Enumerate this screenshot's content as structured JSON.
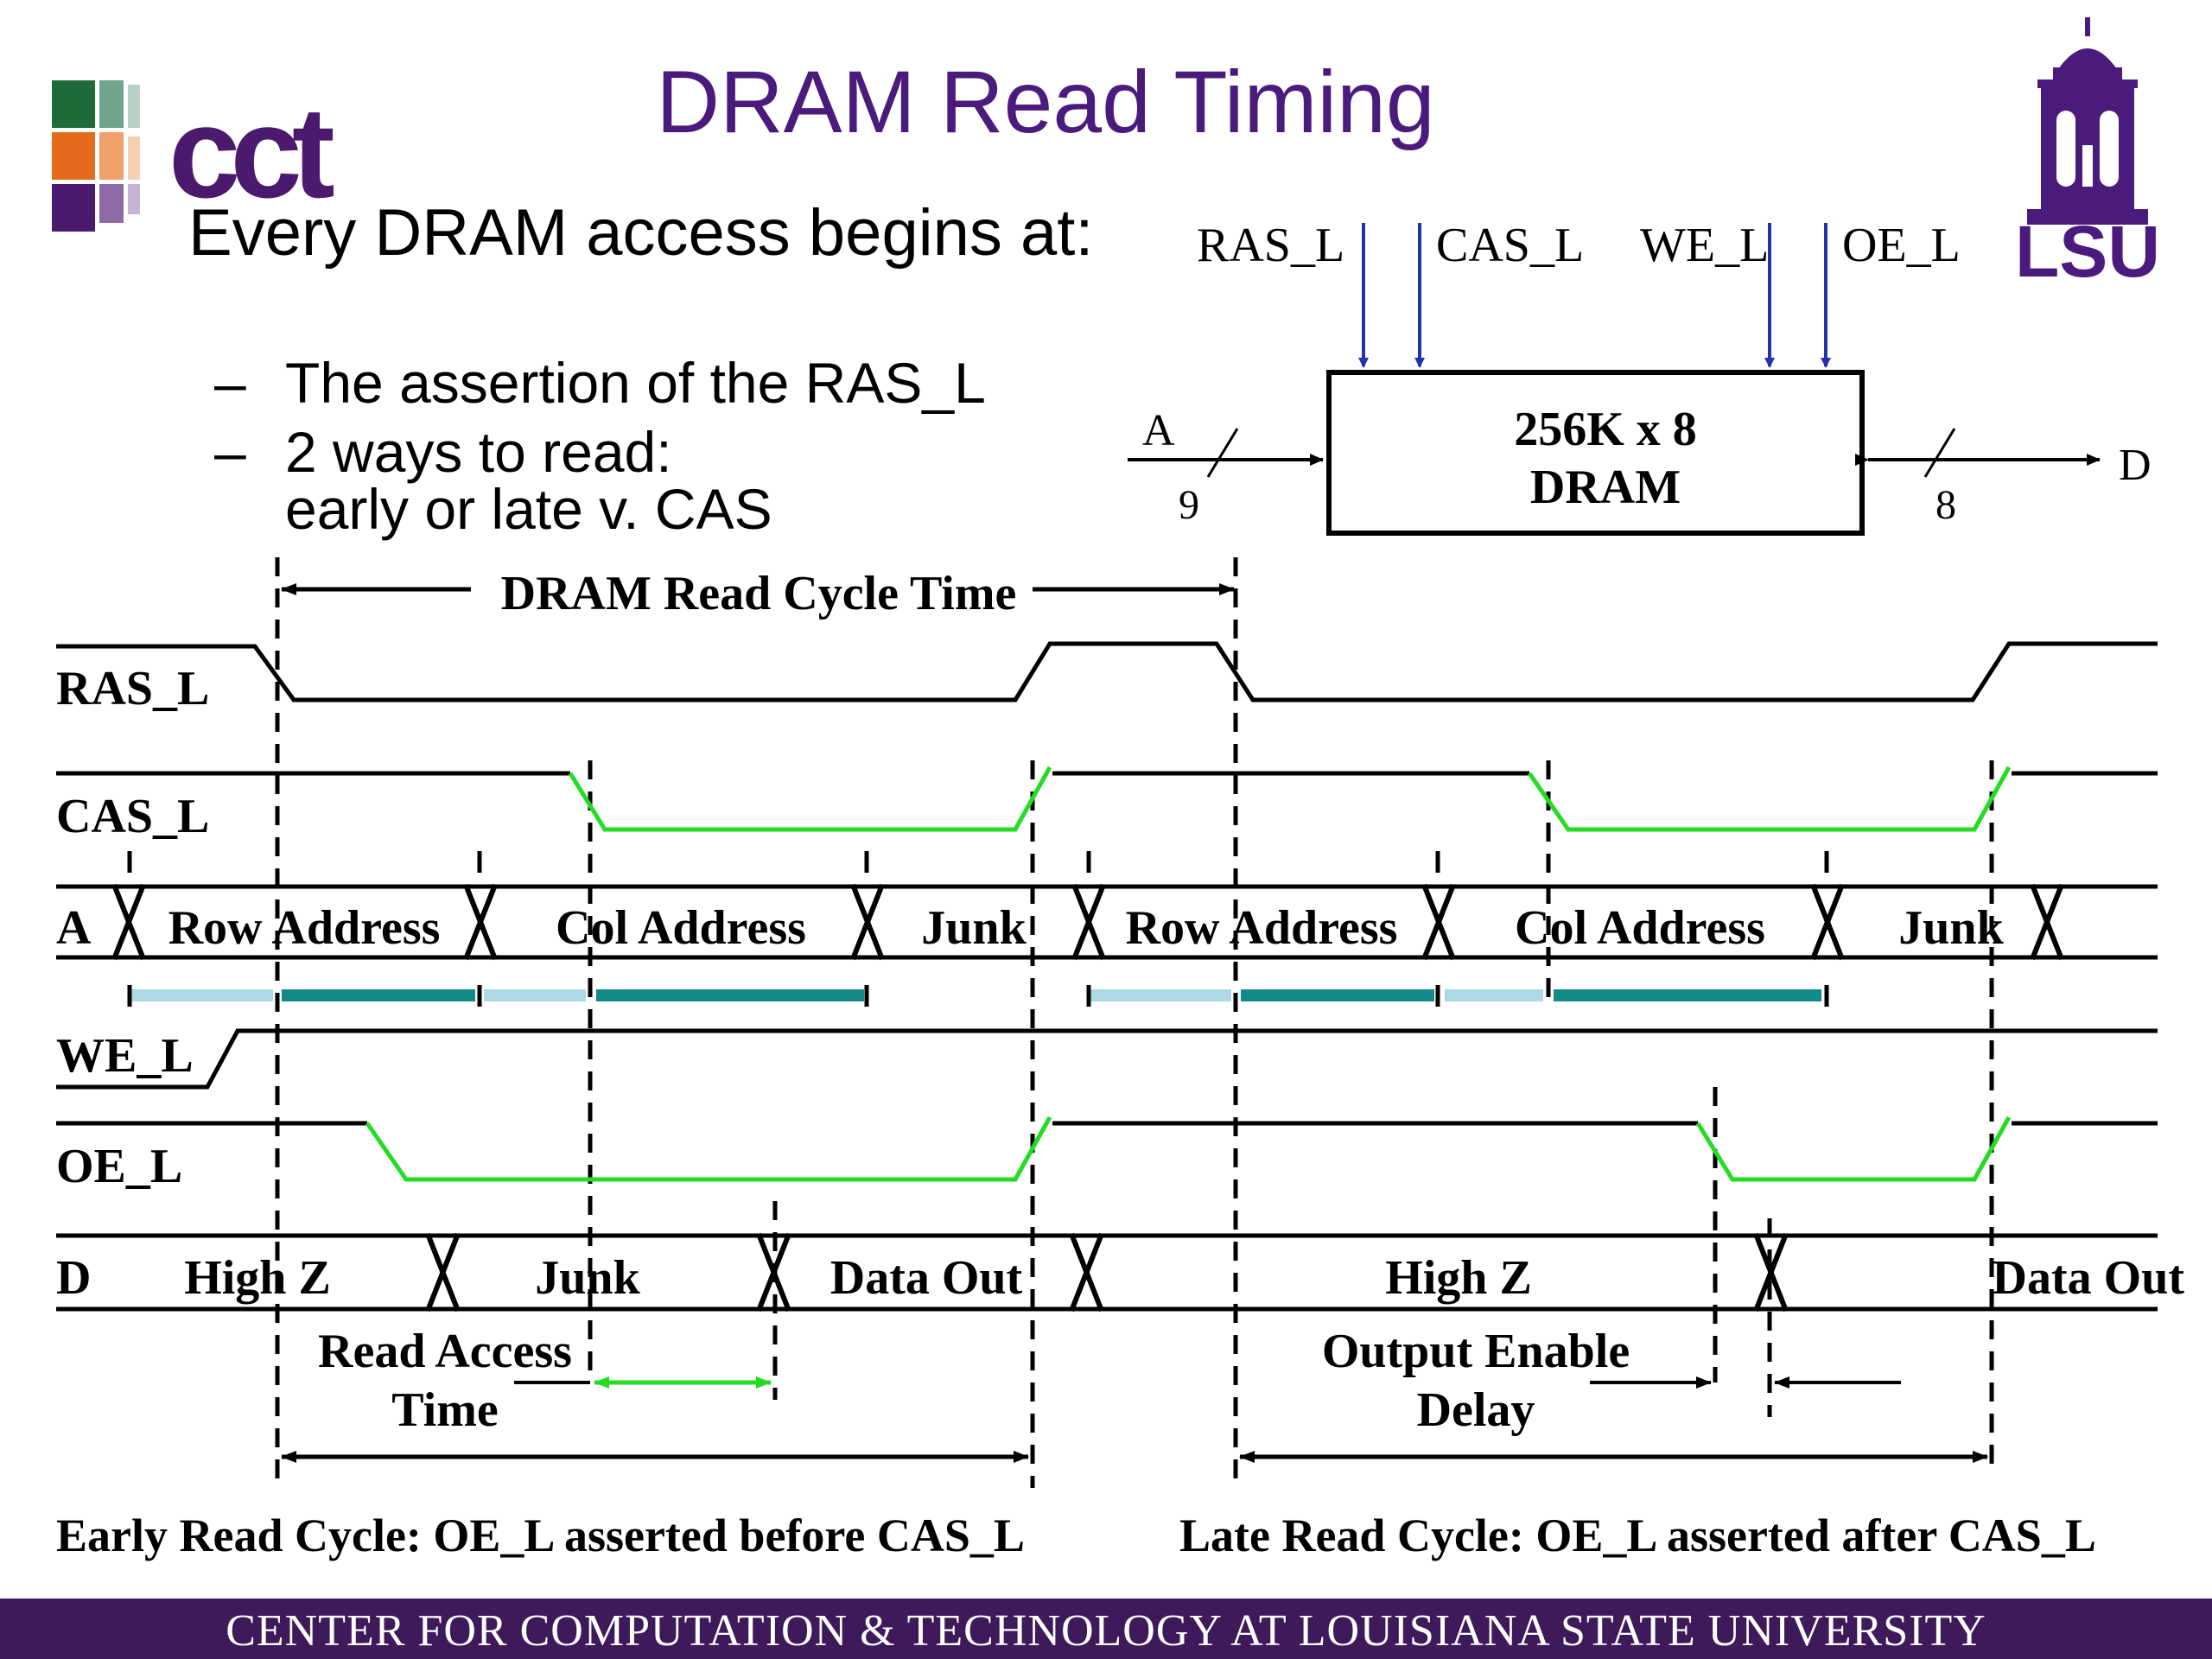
{
  "slide": {
    "title": "DRAM Read Timing",
    "bullet_main": "Every DRAM access begins at:",
    "sub_bullets": [
      {
        "dash": "–",
        "lines": [
          "The assertion of the RAS_L"
        ]
      },
      {
        "dash": "–",
        "lines": [
          "2 ways to read:",
          "early or late v. CAS"
        ]
      }
    ],
    "footer": "CENTER FOR COMPUTATION & TECHNOLOGY AT LOUISIANA STATE UNIVERSITY",
    "logo_left": "cct",
    "logo_right": "LSU"
  },
  "block": {
    "inputs": [
      "RAS_L",
      "CAS_L",
      "WE_L",
      "OE_L"
    ],
    "line1": "256K x 8",
    "line2": "DRAM",
    "addr_label": "A",
    "addr_width": "9",
    "data_label": "D",
    "data_width": "8"
  },
  "timing": {
    "cycle_label": "DRAM Read Cycle Time",
    "signals": [
      "RAS_L",
      "CAS_L",
      "A",
      "WE_L",
      "OE_L",
      "D"
    ],
    "a_segments": [
      "Row Address",
      "Col Address",
      "Junk",
      "Row Address",
      "Col Address",
      "Junk"
    ],
    "d_segments": [
      "High Z",
      "Junk",
      "Data Out",
      "High Z",
      "Data Out"
    ],
    "read_access_line1": "Read Access",
    "read_access_line2": "Time",
    "oe_delay_line1": "Output Enable",
    "oe_delay_line2": "Delay",
    "early_caption": "Early Read Cycle: OE_L asserted before CAS_L",
    "late_caption": "Late Read Cycle: OE_L asserted after CAS_L"
  },
  "colors": {
    "title": "#4b1a7d",
    "footer_bg": "#3f1a5a",
    "asserted": "#22dd22",
    "setup": "#add8e6",
    "hold": "#138a8a",
    "arrow": "#2233aa",
    "lsu": "#4b1a7d"
  }
}
